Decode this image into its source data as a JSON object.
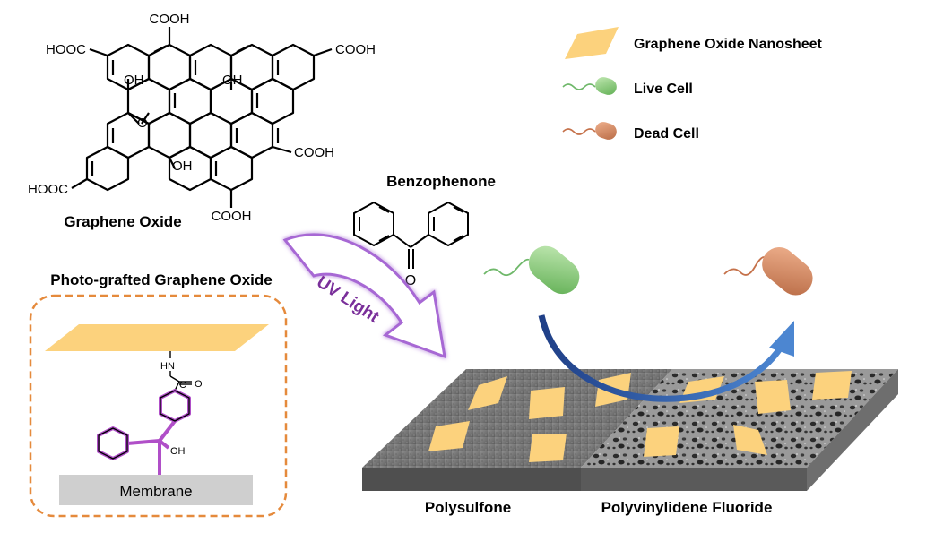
{
  "structure": {
    "caption": "Graphene Oxide",
    "groups": {
      "top": "COOH",
      "top_left": "HOOC",
      "top_right": "COOH",
      "right_mid": "COOH",
      "bottom_left": "HOOC",
      "bottom": "COOH",
      "oh_1": "OH",
      "oh_2": "OH",
      "oh_3": "OH",
      "epoxy_o": "O"
    }
  },
  "legend": {
    "items": [
      {
        "label": "Graphene Oxide Nanosheet",
        "icon": "nanosheet-icon",
        "color": "#fcd27d"
      },
      {
        "label": "Live Cell",
        "icon": "live-cell-icon",
        "color": "#8fd37f"
      },
      {
        "label": "Dead Cell",
        "icon": "dead-cell-icon",
        "color": "#d2875f"
      }
    ]
  },
  "benzophenone": {
    "label": "Benzophenone",
    "carbonyl_o": "O"
  },
  "uv_arrow": {
    "label": "UV Light",
    "color": "#7a2f9a"
  },
  "inset": {
    "title": "Photo-grafted Graphene Oxide",
    "membrane_label": "Membrane",
    "nh": "H",
    "n": "N",
    "c": "C",
    "o": "O",
    "oh": "OH",
    "border_color": "#e58a3c"
  },
  "membranes": {
    "left_label": "Polysulfone",
    "right_label": "Polyvinylidene Fluoride"
  }
}
